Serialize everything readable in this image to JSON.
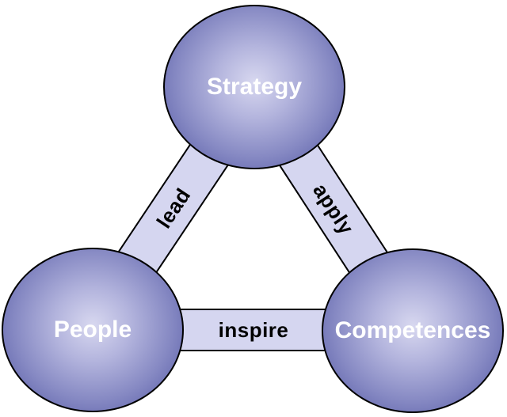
{
  "diagram": {
    "nodes": [
      {
        "id": "strategy",
        "label": "Strategy"
      },
      {
        "id": "people",
        "label": "People"
      },
      {
        "id": "competences",
        "label": "Competences"
      }
    ],
    "edges": [
      {
        "id": "lead",
        "label": "lead",
        "from": "people",
        "to": "strategy"
      },
      {
        "id": "apply",
        "label": "apply",
        "from": "strategy",
        "to": "competences"
      },
      {
        "id": "inspire",
        "label": "inspire",
        "from": "people",
        "to": "competences"
      }
    ],
    "colors": {
      "background": "#ffffff",
      "node_edge": "#585ca4",
      "node_highlight": "#d8d8f0",
      "node_outline": "#000000",
      "node_text": "#ffffff",
      "bar_fill": "#d5d6f0",
      "bar_outline": "#000000",
      "bar_text": "#000000"
    }
  }
}
